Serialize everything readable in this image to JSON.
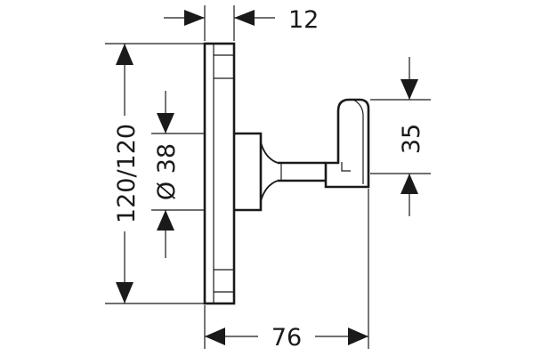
{
  "dimensions": {
    "plate_thickness": "12",
    "plate_height": "120/120",
    "mount_diameter": "Ø 38",
    "hook_height": "35",
    "projection_depth": "76"
  }
}
